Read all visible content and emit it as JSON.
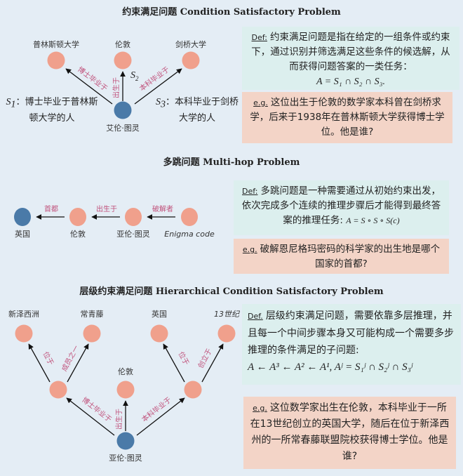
{
  "sections": [
    {
      "title": "约束满足问题 Condition Satisfactory Problem",
      "nodes": {
        "princeton": "普林斯顿大学",
        "london": "伦敦",
        "cambridge": "剑桥大学",
        "turing": "艾伦·图灵"
      },
      "edges": {
        "phd": "博士毕业于",
        "born": "出生于",
        "bachelor": "本科毕业于"
      },
      "s1": {
        "sym": "S",
        "sub": "1",
        "text": "：博士毕业于普林斯顿大学的人"
      },
      "s2": {
        "sym": "S",
        "sub": "2"
      },
      "s3": {
        "sym": "S",
        "sub": "3",
        "text": "：本科毕业于剑桥大学的人"
      },
      "def_tag": "Def:",
      "def_text": "约束满足问题是指在给定的一组条件或约束下，通过识别并筛选满足这些条件的候选解，从而获得问题答案的一类任务：",
      "def_formula": "A = S₁ ∩ S₂ ∩ S₃.",
      "eg_tag": "e.g.",
      "eg_text": "这位出生于伦敦的数学家本科曾在剑桥求学，后来于1938年在普林斯顿大学获得博士学位。他是谁?"
    },
    {
      "title": "多跳问题 Multi-hop Problem",
      "nodes": {
        "uk": "英国",
        "london": "伦敦",
        "turing": "亚伦·图灵",
        "enigma": "Enigma code"
      },
      "edges": {
        "capital": "首都",
        "born": "出生于",
        "cracker": "破解者"
      },
      "def_tag": "Def:",
      "def_text": "多跳问题是一种需要通过从初始约束出发，依次完成多个连续的推理步骤后才能得到最终答案的推理任务:",
      "def_formula": "A = S ∘ S ∘ S(c)",
      "eg_tag": "e.g.",
      "eg_text": "破解恩尼格玛密码的科学家的出生地是哪个国家的首都?"
    },
    {
      "title": "层级约束满足问题 Hierarchical Condition Satisfactory Problem",
      "nodes": {
        "nj": "新泽西洲",
        "ivy": "常青藤",
        "uk": "英国",
        "c13": "13世纪",
        "london": "伦敦",
        "turing": "亚伦·图灵"
      },
      "edges": {
        "located1": "位于",
        "member": "成员之一",
        "located2": "位于",
        "founded": "创立于",
        "phd": "博士毕业于",
        "born": "出生于",
        "bachelor": "本科毕业于"
      },
      "def_tag": "Def.",
      "def_text": "层级约束满足问题，需要依靠多层推理，并且每一个中间步骤本身又可能构成一个需要多步推理的条件满足的子问题:",
      "def_formula": "A ← A³ ← A² ← A¹, Aʲ = S₁ʲ ∩ S₂ʲ ∩ S₃ʲ",
      "eg_tag": "e.g.",
      "eg_text": "这位数学家出生在伦敦，本科毕业于一所在13世纪创立的英国大学，随后在位于新泽西州的一所常春藤联盟院校获得博士学位。他是谁?"
    }
  ],
  "colors": {
    "target_node": "#f0a08c",
    "source_node": "#4a7aa8",
    "edge_label": "#c0507a",
    "def_bg": "#dcefee",
    "eg_bg": "#f3d4c7",
    "background": "#e4edf5"
  }
}
